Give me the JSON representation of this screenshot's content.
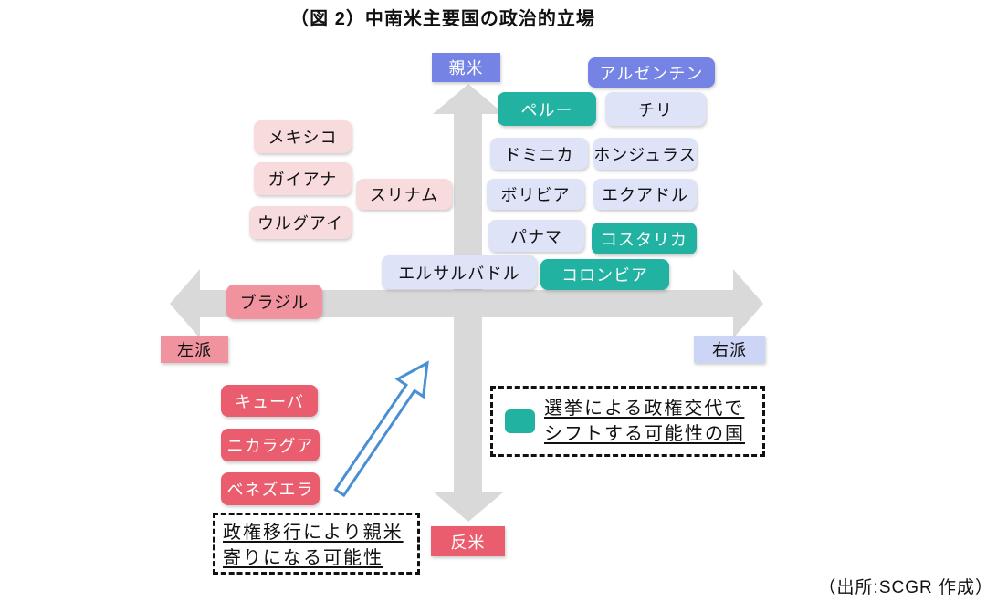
{
  "title": "（図 2）中南米主要国の政治的立場",
  "source": "（出所:SCGR 作成）",
  "axes": {
    "top": {
      "label": "親米"
    },
    "bottom": {
      "label": "反米"
    },
    "left": {
      "label": "左派"
    },
    "right": {
      "label": "右派"
    }
  },
  "legend": {
    "line1": "選挙による政権交代で",
    "line2": "シフトする可能性の国",
    "swatch_color": "#21B2A2"
  },
  "note": {
    "line1": "政権移行により親米",
    "line2": "寄りになる可能性"
  },
  "colors": {
    "pro_us_blue": "#7584E4",
    "light_lavender": "#DEE3F8",
    "right_label_lavender": "#CCD5F6",
    "shift_teal": "#21B2A2",
    "light_pink": "#F8DBDC",
    "salmon_pink": "#F0939F",
    "anti_us_red": "#E95D6F",
    "axis_gray": "#D9D9D9",
    "transition_arrow_blue": "#4A8FD4"
  },
  "countries": {
    "argentina": {
      "label": "アルゼンチン",
      "group": "pro_us_blue"
    },
    "peru": {
      "label": "ペルー",
      "group": "shift_teal"
    },
    "chile": {
      "label": "チリ",
      "group": "light_lavender"
    },
    "dominica": {
      "label": "ドミニカ",
      "group": "light_lavender"
    },
    "honduras": {
      "label": "ホンジュラス",
      "group": "light_lavender"
    },
    "bolivia": {
      "label": "ボリビア",
      "group": "light_lavender"
    },
    "ecuador": {
      "label": "エクアドル",
      "group": "light_lavender"
    },
    "panama": {
      "label": "パナマ",
      "group": "light_lavender"
    },
    "costa_rica": {
      "label": "コスタリカ",
      "group": "shift_teal"
    },
    "el_salvador": {
      "label": "エルサルバドル",
      "group": "light_lavender"
    },
    "colombia": {
      "label": "コロンビア",
      "group": "shift_teal"
    },
    "mexico": {
      "label": "メキシコ",
      "group": "light_pink"
    },
    "guyana": {
      "label": "ガイアナ",
      "group": "light_pink"
    },
    "suriname": {
      "label": "スリナム",
      "group": "light_pink"
    },
    "uruguay": {
      "label": "ウルグアイ",
      "group": "light_pink"
    },
    "brazil": {
      "label": "ブラジル",
      "group": "salmon_pink"
    },
    "cuba": {
      "label": "キューバ",
      "group": "anti_us_red"
    },
    "nicaragua": {
      "label": "ニカラグア",
      "group": "anti_us_red"
    },
    "venezuela": {
      "label": "ベネズエラ",
      "group": "anti_us_red"
    }
  }
}
